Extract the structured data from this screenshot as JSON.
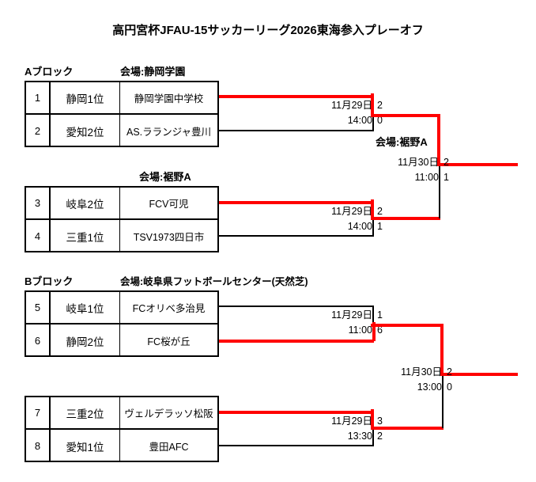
{
  "page": {
    "title": "高円宮杯JFAU-15サッカーリーグ2026東海参入プレーオフ"
  },
  "blocks": [
    {
      "name": "Aブロック",
      "venue_top": "会場:静岡学園",
      "venue_bottom": "会場:裾野A",
      "final_venue": "会場:裾野A"
    },
    {
      "name": "Bブロック",
      "venue_top": "会場:岐阜県フットボールセンター(天然芝)",
      "venue_bottom": "",
      "final_venue": ""
    }
  ],
  "entries": [
    {
      "seed": "1",
      "rank": "静岡1位",
      "team": "静岡学園中学校"
    },
    {
      "seed": "2",
      "rank": "愛知2位",
      "team": "AS.ラランジャ豊川"
    },
    {
      "seed": "3",
      "rank": "岐阜2位",
      "team": "FCV可児"
    },
    {
      "seed": "4",
      "rank": "三重1位",
      "team": "TSV1973四日市"
    },
    {
      "seed": "5",
      "rank": "岐阜1位",
      "team": "FCオリベ多治見"
    },
    {
      "seed": "6",
      "rank": "静岡2位",
      "team": "FC桜が丘"
    },
    {
      "seed": "7",
      "rank": "三重2位",
      "team": "ヴェルデラッソ松阪"
    },
    {
      "seed": "8",
      "rank": "愛知1位",
      "team": "豊田AFC"
    }
  ],
  "matches": [
    {
      "id": "a-sf1",
      "date": "11月29日",
      "time": "14:00",
      "score_top": "2",
      "score_bottom": "0"
    },
    {
      "id": "a-sf2",
      "date": "11月29日",
      "time": "14:00",
      "score_top": "2",
      "score_bottom": "1"
    },
    {
      "id": "a-final",
      "date": "11月30日",
      "time": "11:00",
      "score_top": "2",
      "score_bottom": "1"
    },
    {
      "id": "b-sf1",
      "date": "11月29日",
      "time": "11:00",
      "score_top": "1",
      "score_bottom": "6"
    },
    {
      "id": "b-sf2",
      "date": "11月29日",
      "time": "13:30",
      "score_top": "3",
      "score_bottom": "2"
    },
    {
      "id": "b-final",
      "date": "11月30日",
      "time": "13:00",
      "score_top": "2",
      "score_bottom": "0"
    }
  ],
  "colors": {
    "winner_path": "#ff0000",
    "line": "#000000",
    "background": "#ffffff"
  }
}
